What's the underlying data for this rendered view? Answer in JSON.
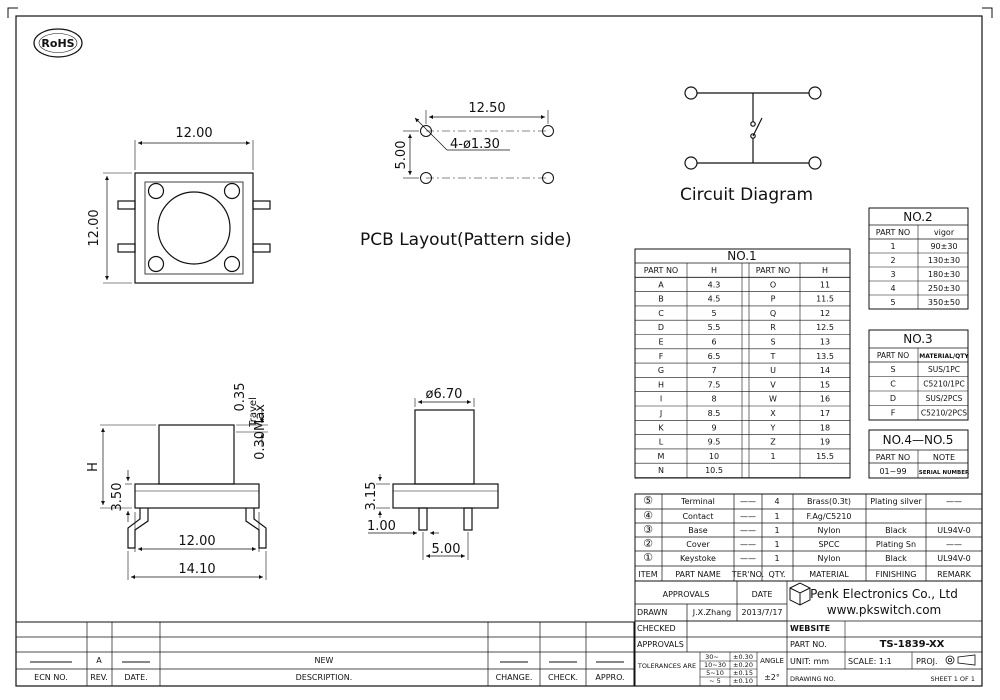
{
  "rohs": "RoHS",
  "top_view": {
    "dim_w": "12.00",
    "dim_h": "12.00"
  },
  "pcb": {
    "dim_w": "12.50",
    "dim_h": "5.00",
    "hole": "4-ø1.30",
    "caption": "PCB Layout(Pattern side)"
  },
  "circuit": {
    "caption": "Circuit Diagram"
  },
  "side_view": {
    "d_035": "0.35",
    "d_travel": "Travel",
    "d_max": "0.30Max",
    "d_H": "H",
    "d_350": "3.50",
    "d_1200": "12.00",
    "d_1410": "14.10"
  },
  "front_view": {
    "d_670": "ø6.70",
    "d_315": "3.15",
    "d_100": "1.00",
    "d_500": "5.00"
  },
  "no1": {
    "title": "NO.1",
    "headers": [
      "PART NO",
      "H",
      "PART NO",
      "H"
    ],
    "rows": [
      [
        "A",
        "4.3",
        "O",
        "11"
      ],
      [
        "B",
        "4.5",
        "P",
        "11.5"
      ],
      [
        "C",
        "5",
        "Q",
        "12"
      ],
      [
        "D",
        "5.5",
        "R",
        "12.5"
      ],
      [
        "E",
        "6",
        "S",
        "13"
      ],
      [
        "F",
        "6.5",
        "T",
        "13.5"
      ],
      [
        "G",
        "7",
        "U",
        "14"
      ],
      [
        "H",
        "7.5",
        "V",
        "15"
      ],
      [
        "I",
        "8",
        "W",
        "16"
      ],
      [
        "J",
        "8.5",
        "X",
        "17"
      ],
      [
        "K",
        "9",
        "Y",
        "18"
      ],
      [
        "L",
        "9.5",
        "Z",
        "19"
      ],
      [
        "M",
        "10",
        "1",
        "15.5"
      ],
      [
        "N",
        "10.5",
        "",
        ""
      ]
    ]
  },
  "no2": {
    "title": "NO.2",
    "headers": [
      "PART NO",
      "vigor"
    ],
    "rows": [
      [
        "1",
        "90±30"
      ],
      [
        "2",
        "130±30"
      ],
      [
        "3",
        "180±30"
      ],
      [
        "4",
        "250±30"
      ],
      [
        "5",
        "350±50"
      ]
    ]
  },
  "no3": {
    "title": "NO.3",
    "headers": [
      "PART NO",
      "MATERIAL/QTY"
    ],
    "rows": [
      [
        "S",
        "SUS/1PC"
      ],
      [
        "C",
        "C5210/1PC"
      ],
      [
        "D",
        "SUS/2PCS"
      ],
      [
        "F",
        "C5210/2PCS"
      ]
    ]
  },
  "no45": {
    "title": "NO.4—NO.5",
    "headers": [
      "PART NO",
      "NOTE"
    ],
    "row": [
      "01~99",
      "SERIAL NUMBER"
    ]
  },
  "bom": {
    "rows": [
      [
        "⑤",
        "Terminal",
        "——",
        "4",
        "Brass(0.3t)",
        "Plating silver",
        "——"
      ],
      [
        "④",
        "Contact",
        "——",
        "1",
        "F.Ag/C5210",
        "",
        ""
      ],
      [
        "③",
        "Base",
        "——",
        "1",
        "Nylon",
        "Black",
        "UL94V-0"
      ],
      [
        "②",
        "Cover",
        "——",
        "1",
        "SPCC",
        "Plating Sn",
        "——"
      ],
      [
        "①",
        "Keystoke",
        "——",
        "1",
        "Nylon",
        "Black",
        "UL94V-0"
      ]
    ],
    "header": [
      "ITEM",
      "PART NAME",
      "TER'NO.",
      "QTY.",
      "MATERIAL",
      "FINISHING",
      "REMARK"
    ]
  },
  "title_block": {
    "approvals": "APPROVALS",
    "date": "DATE",
    "drawn": "DRAWN",
    "drawn_by": "J.X.Zhang",
    "drawn_date": "2013/7/17",
    "checked": "CHECKED",
    "approvals2": "APPROVALS",
    "company": "Penk Electronics Co., Ltd",
    "website_url": "www.pkswitch.com",
    "website": "WEBSITE",
    "part_no_label": "PART NO.",
    "part_no": "TS-1839-XX",
    "tolerances": "TOLERANCES ARE",
    "tol": [
      [
        "30~ㅤ",
        "±0.30"
      ],
      [
        "10~30",
        "±0.20"
      ],
      [
        "5~10",
        "±0.15"
      ],
      [
        "~ 5",
        "±0.10"
      ]
    ],
    "angle": "ANGLE",
    "angle_val": "±2°",
    "unit": "UNIT: mm",
    "scale": "SCALE:  1:1",
    "proj": "PROJ.",
    "drawing_no": "DRAWING NO.",
    "sheet": "SHEET  1  OF  1"
  },
  "revision": {
    "rev": "A",
    "new_label": "NEW",
    "headers": [
      "ECN NO.",
      "REV.",
      "DATE.",
      "DESCRIPTION.",
      "CHANGE.",
      "CHECK.",
      "APPRO."
    ]
  }
}
